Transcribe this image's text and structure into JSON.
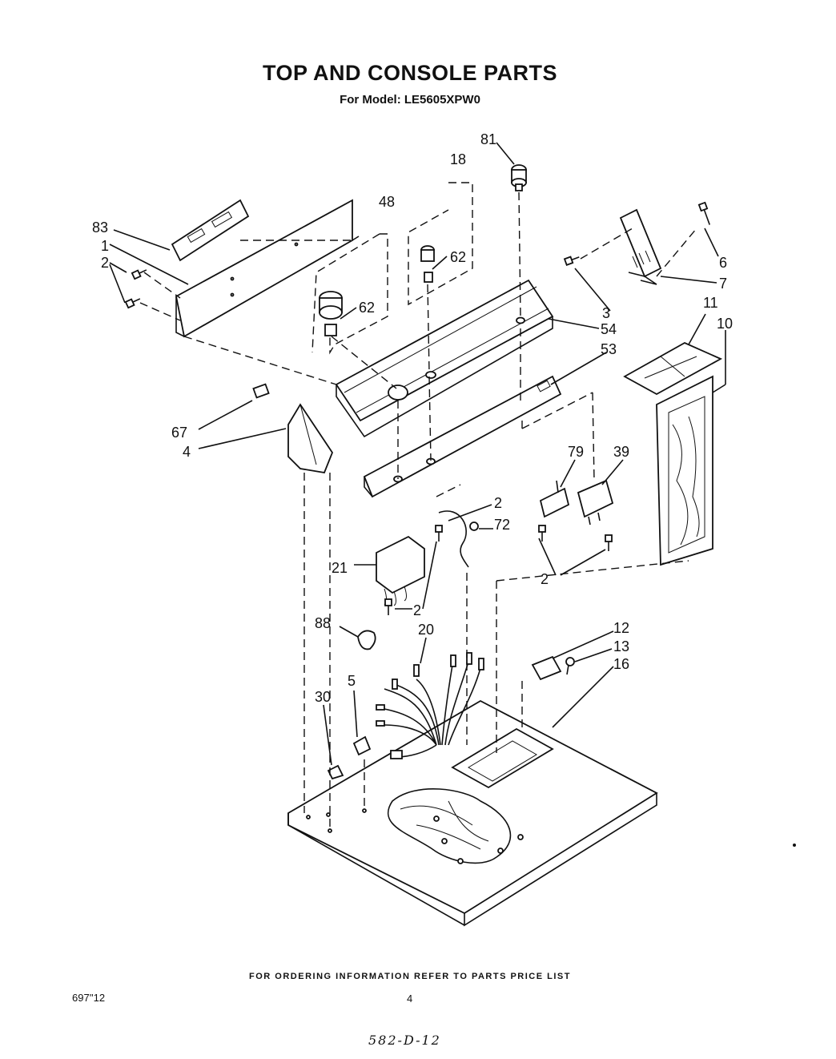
{
  "header": {
    "title": "TOP AND CONSOLE PARTS",
    "subtitle": "For Model: LE5605XPW0"
  },
  "footer": {
    "notice": "FOR ORDERING INFORMATION REFER TO PARTS PRICE LIST",
    "publication_number": "697''12",
    "page_number": "4",
    "handwritten_code": "582-D-12"
  },
  "callouts": {
    "c81": "81",
    "c18": "18",
    "c48": "48",
    "c83": "83",
    "c1": "1",
    "c2a": "2",
    "c62a": "62",
    "c62b": "62",
    "c6": "6",
    "c7": "7",
    "c3": "3",
    "c54": "54",
    "c11": "11",
    "c10": "10",
    "c53": "53",
    "c67": "67",
    "c4": "4",
    "c79": "79",
    "c39": "39",
    "c2b": "2",
    "c72": "72",
    "c21": "21",
    "c2c": "2",
    "c2d": "2",
    "c88": "88",
    "c20": "20",
    "c12": "12",
    "c13": "13",
    "c16": "16",
    "c5": "5",
    "c30": "30"
  }
}
